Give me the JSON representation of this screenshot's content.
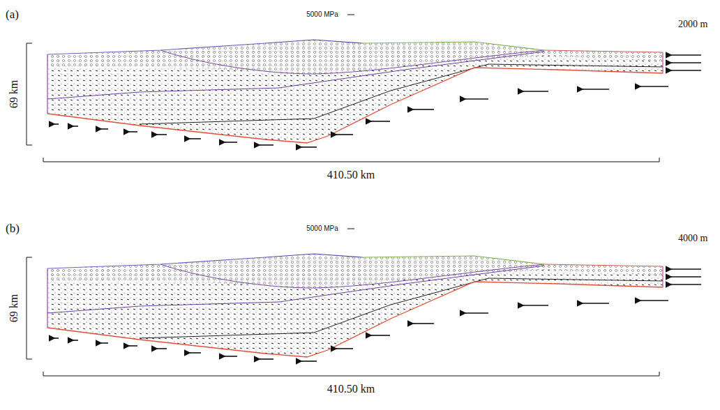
{
  "diagram": {
    "labels": [
      "(a)",
      "5000 MPa",
      "69 km",
      "2000 m",
      "410.50 km",
      "(b)",
      "5000 MPa",
      "69 km",
      "4000 m",
      "410.50 km"
    ]
  }
}
